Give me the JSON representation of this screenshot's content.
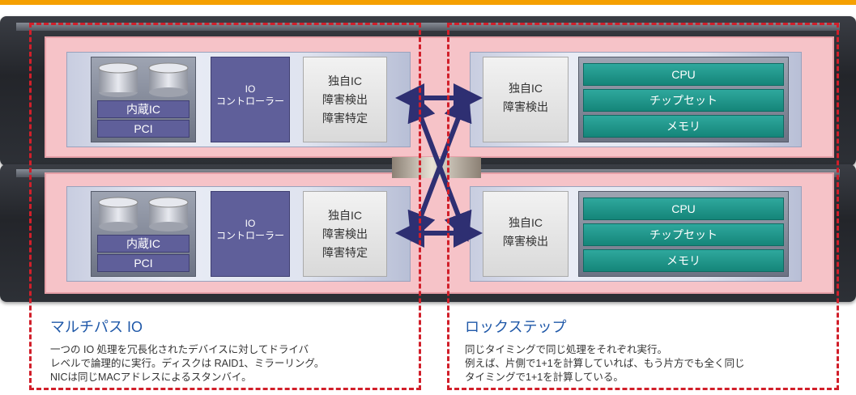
{
  "colors": {
    "accent_bar": "#f5a000",
    "dash": "#d11f2a",
    "board": "#f6c3c8",
    "purple": "#5f5f9a",
    "teal": "#1d958a",
    "caption_title": "#1f58a8"
  },
  "servers": [
    {
      "io": {
        "disk_label": "内蔵IC",
        "pci_label": "PCI",
        "controller_line1": "IO",
        "controller_line2": "コントローラー",
        "chip_title": "独自IC",
        "chip_line2": "障害検出",
        "chip_line3": "障害特定"
      },
      "cpu_side": {
        "chip_title": "独自IC",
        "chip_line2": "障害検出",
        "modules": [
          "CPU",
          "チップセット",
          "メモリ"
        ]
      }
    },
    {
      "io": {
        "disk_label": "内蔵IC",
        "pci_label": "PCI",
        "controller_line1": "IO",
        "controller_line2": "コントローラー",
        "chip_title": "独自IC",
        "chip_line2": "障害検出",
        "chip_line3": "障害特定"
      },
      "cpu_side": {
        "chip_title": "独自IC",
        "chip_line2": "障害検出",
        "modules": [
          "CPU",
          "チップセット",
          "メモリ"
        ]
      }
    }
  ],
  "multipath": {
    "title": "マルチパス IO",
    "body": "一つの IO 処理を冗長化されたデバイスに対してドライバ\nレベルで論理的に実行。ディスクは RAID1、ミラーリング。\nNICは同じMACアドレスによるスタンバイ。"
  },
  "lockstep": {
    "title": "ロックステップ",
    "body": "同じタイミングで同じ処理をそれぞれ実行。\n例えば、片側で1+1を計算していれば、もう片方でも全く同じ\nタイミングで1+1を計算している。"
  }
}
